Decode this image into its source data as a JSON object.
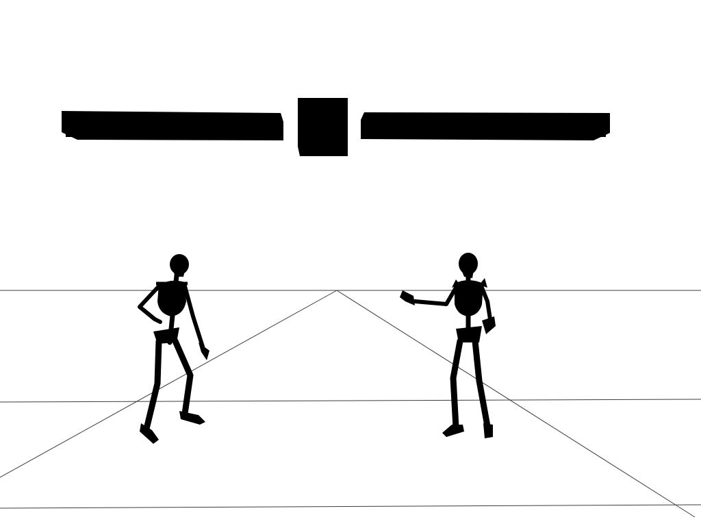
{
  "colors": {
    "background": "#ffffff",
    "silhouette": "#000000",
    "floor_lines": "#3c3c3c"
  },
  "hud": {
    "player1_health": 1.0,
    "player2_health": 1.0,
    "timer": ""
  },
  "fighters": [
    {
      "name": "",
      "icon": "skeleton-fighter",
      "facing": "right"
    },
    {
      "name": "",
      "icon": "skeleton-fighter",
      "facing": "left"
    }
  ],
  "arena": {
    "floor": "perspective-grid"
  }
}
